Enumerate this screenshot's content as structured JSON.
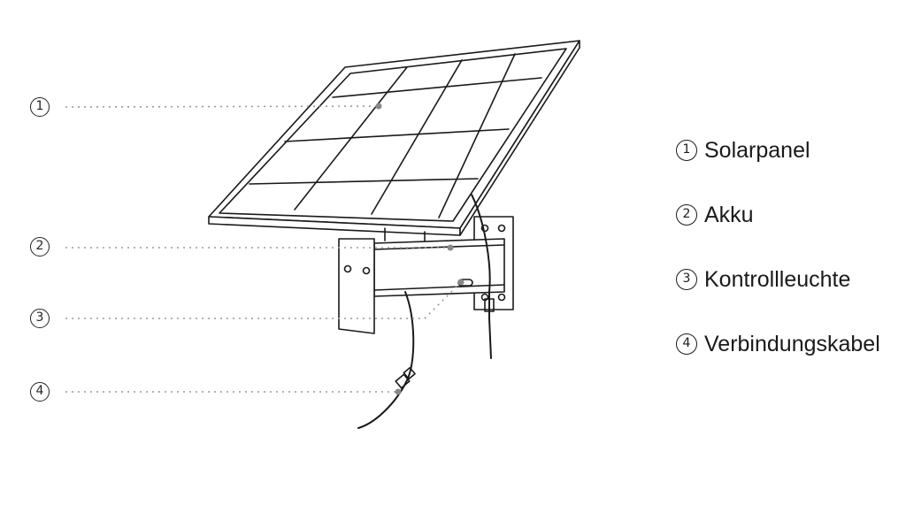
{
  "callouts": [
    {
      "num": "1",
      "label": "Solarpanel"
    },
    {
      "num": "2",
      "label": "Akku"
    },
    {
      "num": "3",
      "label": "Kontrollleuchte"
    },
    {
      "num": "4",
      "label": "Verbindungskabel"
    }
  ],
  "colors": {
    "line": "#1a1a1a",
    "dots": "#999999",
    "background": "#ffffff"
  }
}
